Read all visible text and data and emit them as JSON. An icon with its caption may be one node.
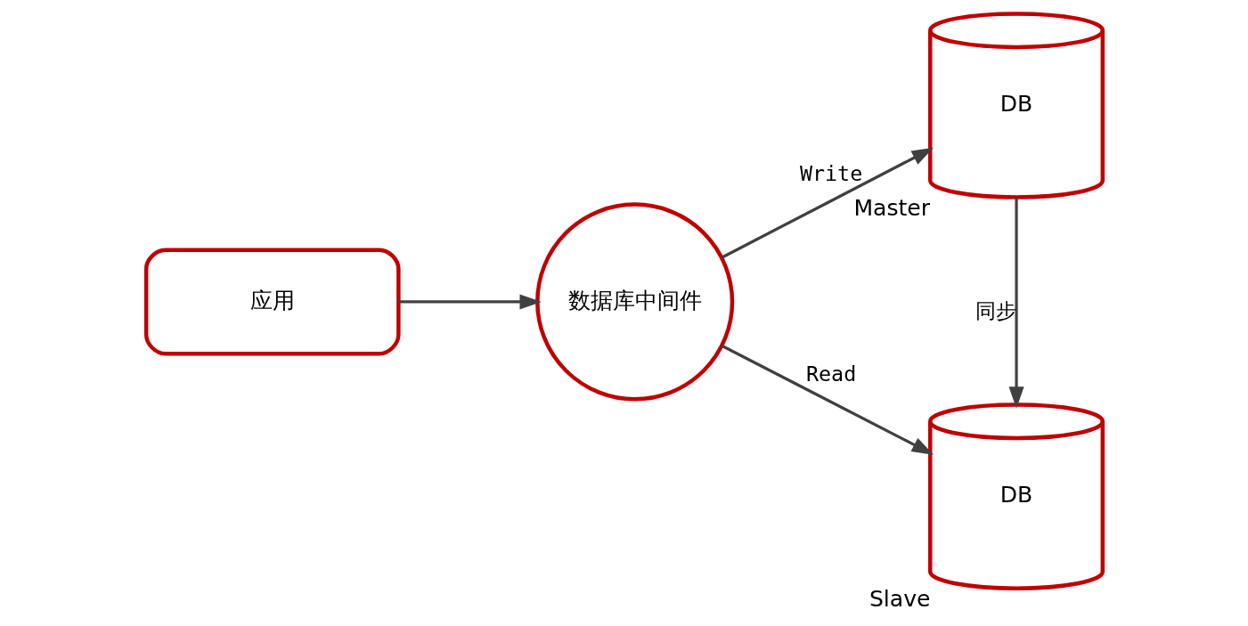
{
  "diagram": {
    "nodes": [
      {
        "text": [
          "应用"
        ]
      },
      {
        "text": [
          "数据库中间件"
        ]
      },
      {
        "text": [
          "DB"
        ],
        "beside": [
          "Master"
        ]
      },
      {
        "text": [
          "DB"
        ],
        "beside": [
          "Slave"
        ]
      }
    ],
    "edges": [
      {
        "from": 0,
        "to": 1,
        "arrow": "to"
      },
      {
        "from": 1,
        "to": 2,
        "arrow": "to",
        "label": "Write"
      },
      {
        "from": 1,
        "to": 3,
        "arrow": "to",
        "label": "Read"
      },
      {
        "from": 2,
        "to": 3,
        "arrow": "to",
        "label": "同步"
      }
    ]
  }
}
